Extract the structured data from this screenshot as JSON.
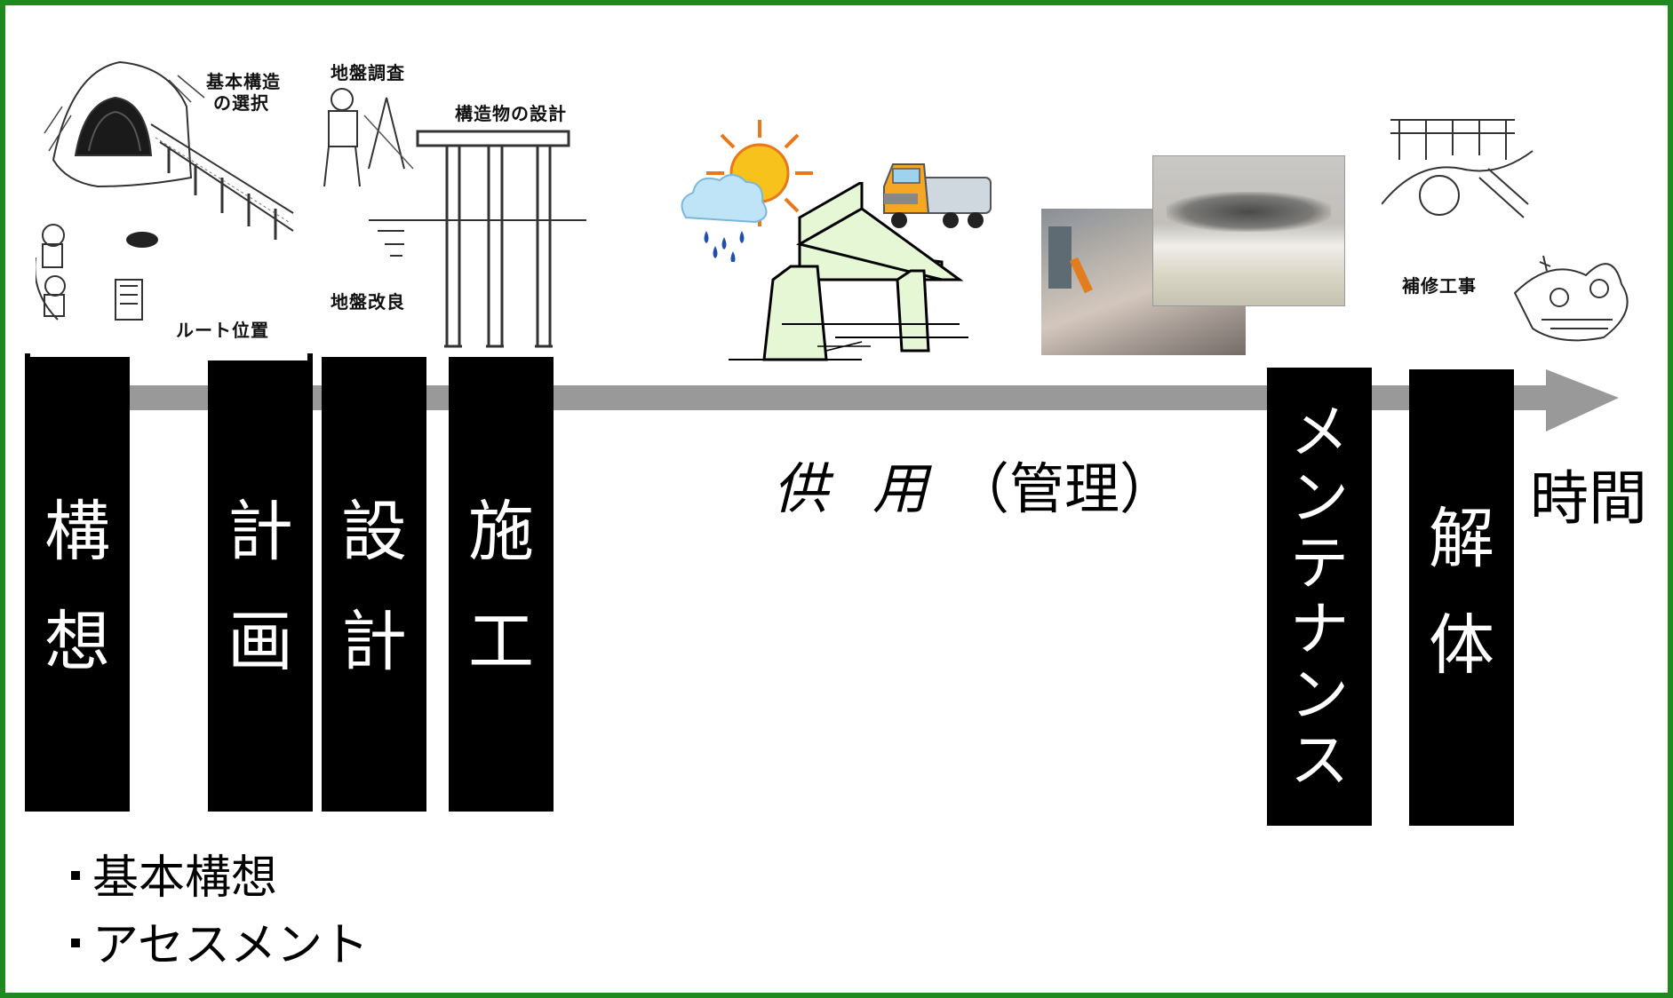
{
  "illustration_labels": {
    "basic_structure_selection_line1": "基本構造",
    "basic_structure_selection_line2": "の選択",
    "ground_survey": "地盤調査",
    "structure_design": "構造物の設計",
    "ground_improvement": "地盤改良",
    "route_position": "ルート位置",
    "repair_work": "補修工事"
  },
  "phases": {
    "concept": [
      "構",
      "想"
    ],
    "planning": [
      "計",
      "画"
    ],
    "design": [
      "設",
      "計"
    ],
    "construction": [
      "施",
      "工"
    ],
    "maintenance": [
      "メ",
      "ン",
      "テ",
      "ナ",
      "ン",
      "ス"
    ],
    "demolition": [
      "解",
      "体"
    ]
  },
  "usage": {
    "word1": "供",
    "word2": "用",
    "management": "（管理）"
  },
  "time_axis_label": "時間",
  "notes": {
    "item1": "基本構想",
    "item2": "アセスメント"
  },
  "colors": {
    "frame": "#1f8a1f",
    "arrow": "#999999",
    "phase_box": "#000000",
    "phase_text": "#ffffff",
    "bridge_fill": "#e6f7d6",
    "truck": "#f5a623",
    "sun": "#f7c21b",
    "cloud": "#bfe3f7",
    "rain": "#1e4fb0"
  }
}
